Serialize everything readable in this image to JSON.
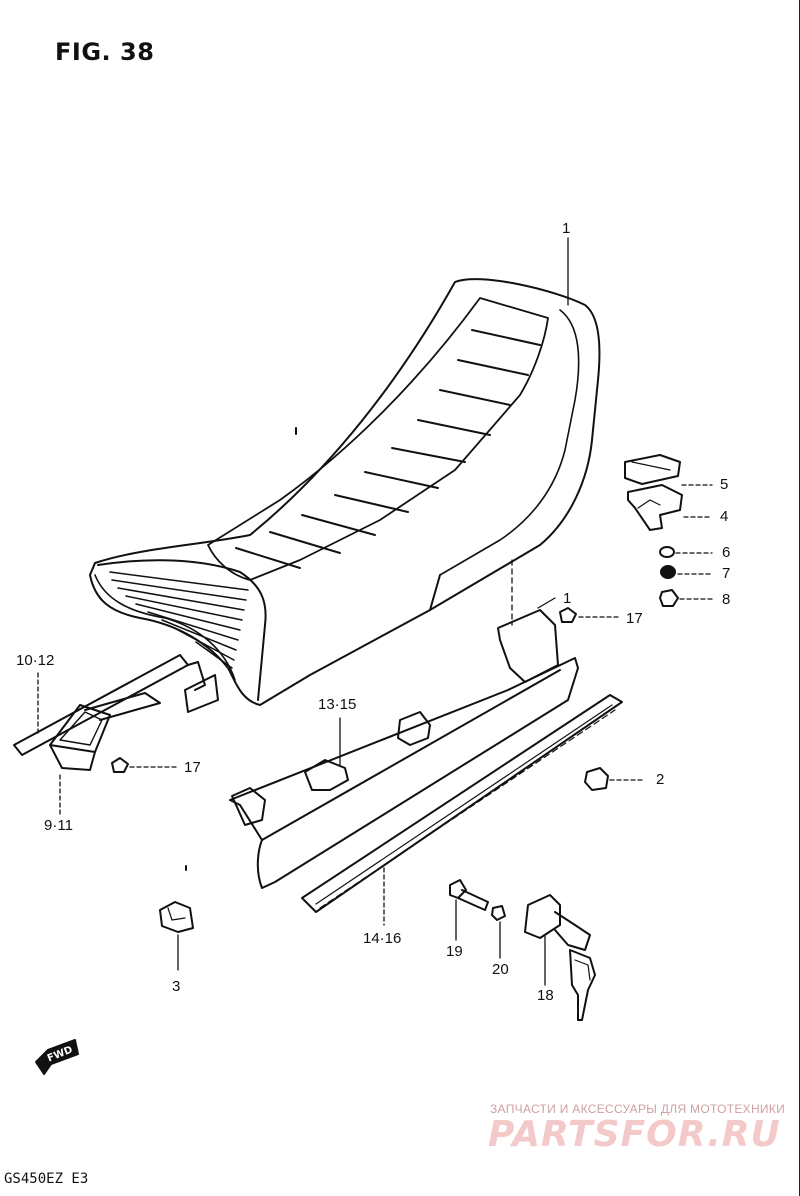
{
  "figure": {
    "title": "FIG. 38",
    "model": "GS450EZ  E3"
  },
  "callouts": {
    "c1": "1",
    "c1b": "1",
    "c2": "2",
    "c3": "3",
    "c4": "4",
    "c5": "5",
    "c6": "6",
    "c7": "7",
    "c8": "8",
    "c9_11": "9·11",
    "c10_12": "10·12",
    "c13_15": "13·15",
    "c14_16": "14·16",
    "c17a": "17",
    "c17b": "17",
    "c18": "18",
    "c19": "19",
    "c20": "20"
  },
  "fwd_label": "FWD",
  "watermark": {
    "top_text": "ЗАПЧАСТИ И АКСЕССУАРЫ ДЛЯ МОТОТЕХНИКИ",
    "logo": "PARTSFOR.RU"
  }
}
